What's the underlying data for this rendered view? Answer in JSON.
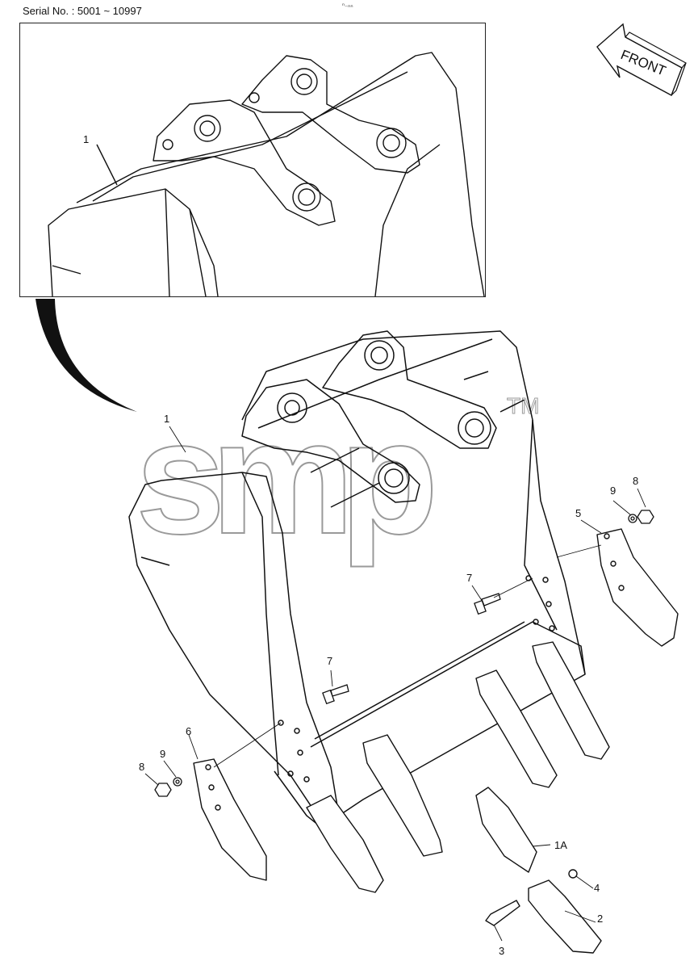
{
  "header": {
    "serial": "Serial No. : 5001 ~ 10997",
    "mark": "ⁿ₋ₙₙ"
  },
  "front_arrow": {
    "label": "FRONT"
  },
  "watermark": {
    "text": "smp",
    "tm": "TM"
  },
  "callouts": {
    "inset_1": "1",
    "main_1": "1",
    "c1A": "1A",
    "c2": "2",
    "c3": "3",
    "c4": "4",
    "c5": "5",
    "c6": "6",
    "c7a": "7",
    "c7b": "7",
    "c8a": "8",
    "c8b": "8",
    "c9a": "9",
    "c9b": "9"
  },
  "colors": {
    "line": "#111111",
    "watermark": "#9a9a9a",
    "frame": "#222222"
  }
}
